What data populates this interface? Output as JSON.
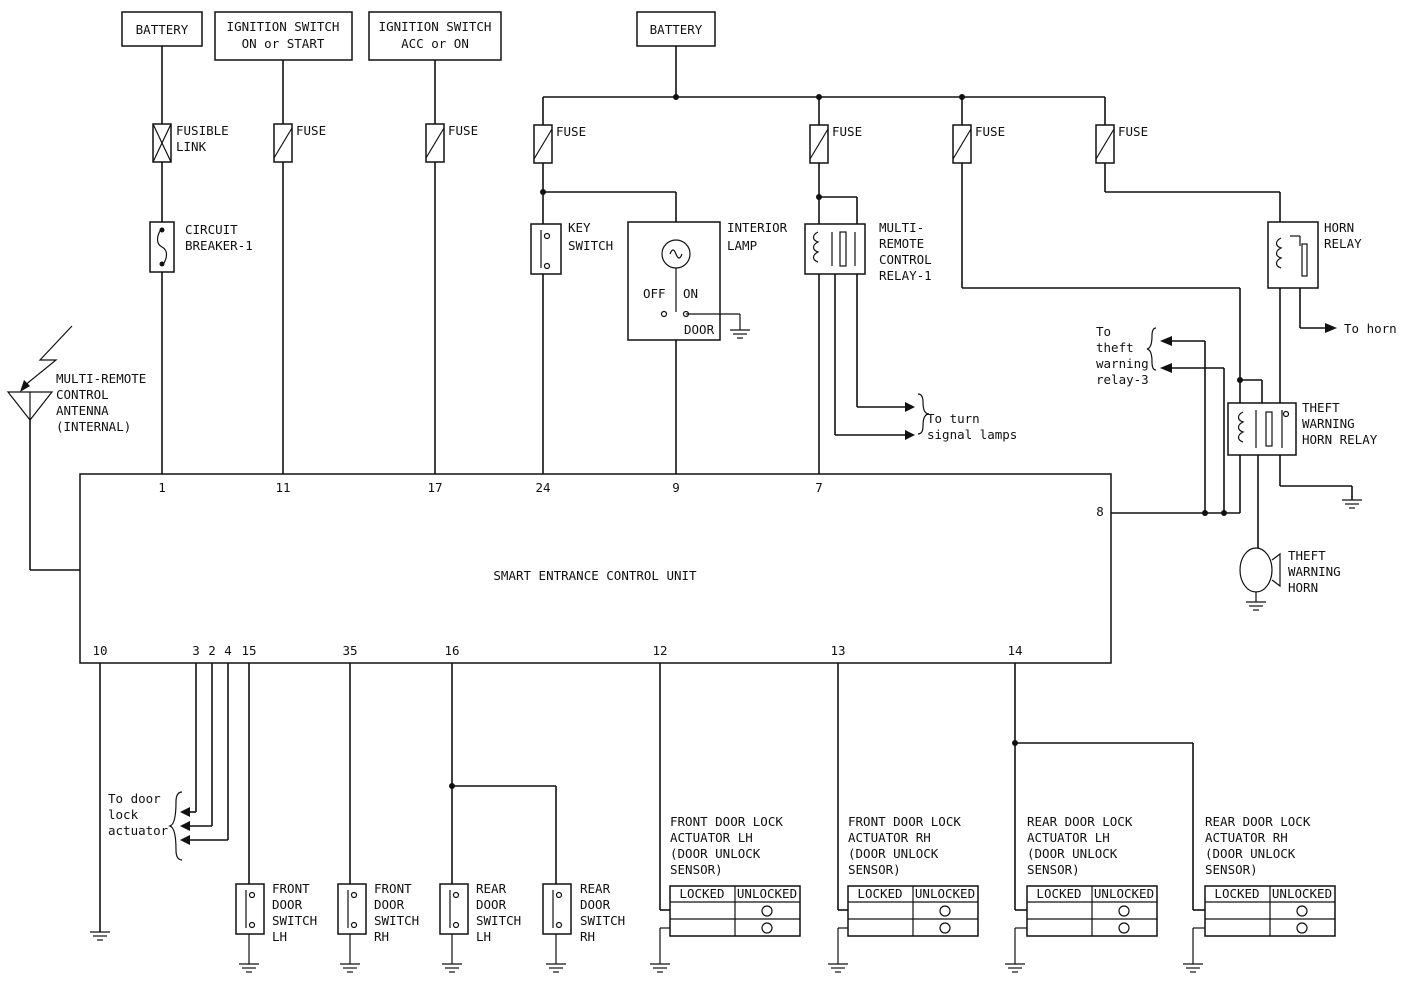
{
  "sources": {
    "battery_1": "BATTERY",
    "ignition_on_start": [
      "IGNITION SWITCH",
      "ON or START"
    ],
    "ignition_acc_on": [
      "IGNITION SWITCH",
      "ACC or ON"
    ],
    "battery_2": "BATTERY"
  },
  "protection": {
    "fusible_link": [
      "FUSIBLE",
      "LINK"
    ],
    "fuse": "FUSE",
    "circuit_breaker": [
      "CIRCUIT",
      "BREAKER-1"
    ]
  },
  "components": {
    "key_switch": [
      "KEY",
      "SWITCH"
    ],
    "interior_lamp": [
      "INTERIOR",
      "LAMP"
    ],
    "lamp_off": "OFF",
    "lamp_on": "ON",
    "lamp_door": "DOOR",
    "remote_relay": [
      "MULTI-",
      "REMOTE",
      "CONTROL",
      "RELAY-1"
    ],
    "horn_relay": [
      "HORN",
      "RELAY"
    ],
    "to_horn": "To horn",
    "to_theft_relay": [
      "To",
      "theft",
      "warning",
      "relay-3"
    ],
    "theft_horn_relay": [
      "THEFT",
      "WARNING",
      "HORN RELAY"
    ],
    "theft_horn": [
      "THEFT",
      "WARNING",
      "HORN"
    ],
    "to_turn_lamps": [
      "To turn",
      "signal lamps"
    ],
    "antenna": [
      "MULTI-REMOTE",
      "CONTROL",
      "ANTENNA",
      "(INTERNAL)"
    ],
    "to_door_lock": [
      "To door",
      "lock",
      "actuator"
    ]
  },
  "control_unit": {
    "label": "SMART ENTRANCE CONTROL UNIT",
    "top_pins": [
      "1",
      "11",
      "17",
      "24",
      "9",
      "7"
    ],
    "right_pin": "8",
    "bottom_pins": [
      "10",
      "3",
      "2",
      "4",
      "15",
      "35",
      "16",
      "12",
      "13",
      "14"
    ]
  },
  "door_switches": {
    "front_lh": [
      "FRONT",
      "DOOR",
      "SWITCH",
      "LH"
    ],
    "front_rh": [
      "FRONT",
      "DOOR",
      "SWITCH",
      "RH"
    ],
    "rear_lh": [
      "REAR",
      "DOOR",
      "SWITCH",
      "LH"
    ],
    "rear_rh": [
      "REAR",
      "DOOR",
      "SWITCH",
      "RH"
    ]
  },
  "lock_sensors": {
    "front_lh": [
      "FRONT DOOR LOCK",
      "ACTUATOR LH",
      "(DOOR UNLOCK",
      "SENSOR)"
    ],
    "front_rh": [
      "FRONT DOOR LOCK",
      "ACTUATOR RH",
      "(DOOR UNLOCK",
      "SENSOR)"
    ],
    "rear_lh": [
      "REAR DOOR LOCK",
      "ACTUATOR LH",
      "(DOOR UNLOCK",
      "SENSOR)"
    ],
    "rear_rh": [
      "REAR DOOR LOCK",
      "ACTUATOR RH",
      "(DOOR UNLOCK",
      "SENSOR)"
    ],
    "locked": "LOCKED",
    "unlocked": "UNLOCKED"
  }
}
